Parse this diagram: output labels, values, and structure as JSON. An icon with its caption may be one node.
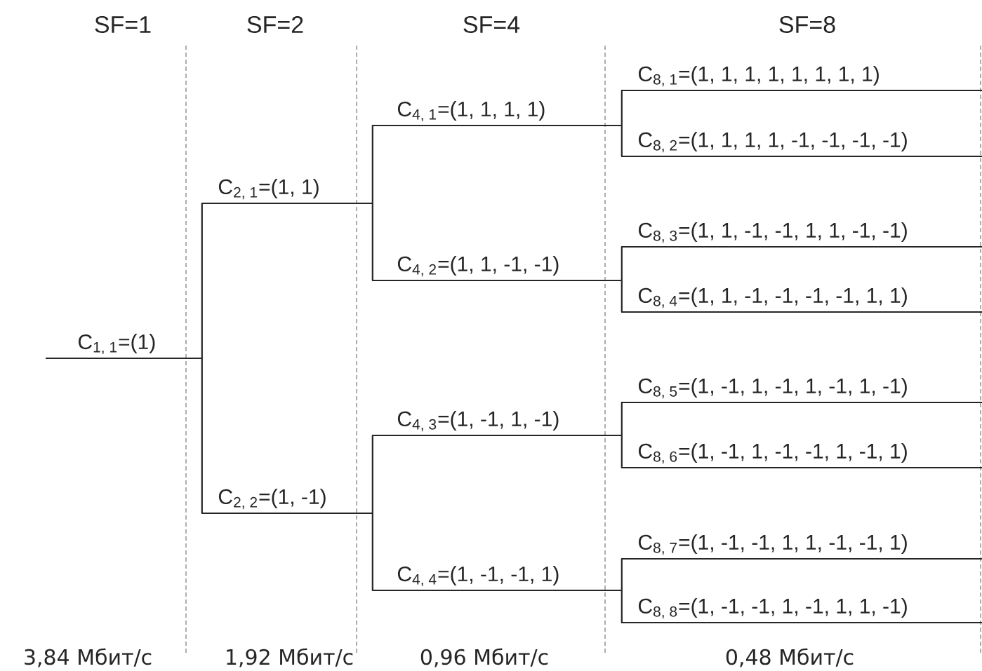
{
  "diagram": {
    "nodes": [
      {
        "text": [
          "C$_{1, 1}$=(1)"
        ]
      },
      {
        "text": [
          "C$_{2, 1}$=(1, 1)"
        ]
      },
      {
        "text": [
          "C$_{2, 2}$=(1, -1)"
        ]
      },
      {
        "text": [
          "C$_{4, 1}$=(1, 1, 1, 1)"
        ]
      },
      {
        "text": [
          "C$_{4, 2}$=(1, 1, -1, -1)"
        ]
      },
      {
        "text": [
          "C$_{4, 3}$=(1, -1, 1, -1)"
        ]
      },
      {
        "text": [
          "C$_{4, 4}$=(1, -1, -1, 1)"
        ]
      },
      {
        "text": [
          "C$_{8, 1}$=(1, 1, 1, 1, 1, 1, 1, 1)"
        ]
      },
      {
        "text": [
          "C$_{8, 2}$=(1, 1, 1, 1, -1, -1, -1, -1)"
        ]
      },
      {
        "text": [
          "C$_{8, 3}$=(1, 1, -1, -1, 1, 1, -1, -1)"
        ]
      },
      {
        "text": [
          "C$_{8, 4}$=(1, 1, -1, -1, -1, -1, 1, 1)"
        ]
      },
      {
        "text": [
          "C$_{8, 5}$=(1, -1, 1, -1, 1, -1, 1, -1)"
        ]
      },
      {
        "text": [
          "C$_{8, 6}$=(1, -1, 1, -1, -1, 1, -1, 1)"
        ]
      },
      {
        "text": [
          "C$_{8, 7}$=(1, -1, -1, 1, 1, -1, -1, 1)"
        ]
      },
      {
        "text": [
          "C$_{8, 8}$=(1, -1, -1, 1, -1, 1, 1, -1)"
        ]
      }
    ],
    "edges": [
      {
        "from": 0,
        "to": 1,
        "arrow": "none"
      },
      {
        "from": 0,
        "to": 2,
        "arrow": "none"
      },
      {
        "from": 1,
        "to": 3,
        "arrow": "none"
      },
      {
        "from": 1,
        "to": 4,
        "arrow": "none"
      },
      {
        "from": 2,
        "to": 5,
        "arrow": "none"
      },
      {
        "from": 2,
        "to": 6,
        "arrow": "none"
      },
      {
        "from": 3,
        "to": 7,
        "arrow": "none"
      },
      {
        "from": 3,
        "to": 8,
        "arrow": "none"
      },
      {
        "from": 4,
        "to": 9,
        "arrow": "none"
      },
      {
        "from": 4,
        "to": 10,
        "arrow": "none"
      },
      {
        "from": 5,
        "to": 11,
        "arrow": "none"
      },
      {
        "from": 5,
        "to": 12,
        "arrow": "none"
      },
      {
        "from": 6,
        "to": 13,
        "arrow": "none"
      },
      {
        "from": 6,
        "to": 14,
        "arrow": "none"
      }
    ],
    "labels": [
      "SF=1",
      "SF=2",
      "SF=4",
      "SF=8",
      "3,84 Мбит/с",
      "1,92 Мбит/с",
      "0,96 Мбит/с",
      "0,48 Мбит/с"
    ]
  }
}
